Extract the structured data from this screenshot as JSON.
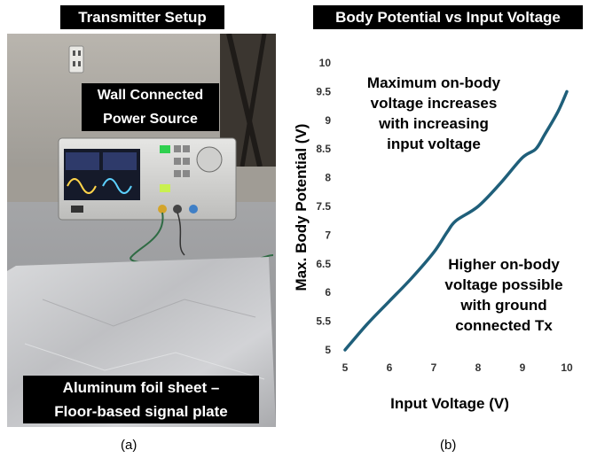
{
  "left_panel": {
    "title": "Transmitter Setup",
    "label_power": [
      "Wall Connected",
      "Power Source"
    ],
    "label_foil": [
      "Aluminum foil sheet –",
      "Floor-based signal plate"
    ],
    "caption": "(a)",
    "photo_icon": "photo-of-signal-generator-and-foil"
  },
  "right_panel": {
    "caption": "(b)",
    "annotation_top": [
      "Maximum on-body",
      "voltage increases",
      "with increasing",
      "input voltage"
    ],
    "annotation_bottom": [
      "Higher on-body",
      "voltage possible",
      "with ground",
      "connected Tx"
    ]
  },
  "chart_data": {
    "type": "line",
    "title": "Body Potential vs Input Voltage",
    "xlabel": "Input Voltage (V)",
    "ylabel": "Max. Body Potential (V)",
    "xlim": [
      5,
      10
    ],
    "ylim": [
      5,
      10
    ],
    "x_ticks": [
      "5",
      "6",
      "7",
      "8",
      "9",
      "10"
    ],
    "y_ticks": [
      "5",
      "5.5",
      "6",
      "6.5",
      "7",
      "7.5",
      "8",
      "8.5",
      "9",
      "9.5",
      "10"
    ],
    "grid": false,
    "line_color": "#1f5f7a",
    "series": [
      {
        "x": [
          5.0,
          5.5,
          6.0,
          6.5,
          7.0,
          7.3,
          7.5,
          8.0,
          8.5,
          9.0,
          9.3,
          9.5,
          9.8,
          10.0
        ],
        "y": [
          5.0,
          5.45,
          5.85,
          6.25,
          6.7,
          7.05,
          7.25,
          7.5,
          7.9,
          8.35,
          8.5,
          8.75,
          9.15,
          9.5
        ]
      }
    ]
  }
}
